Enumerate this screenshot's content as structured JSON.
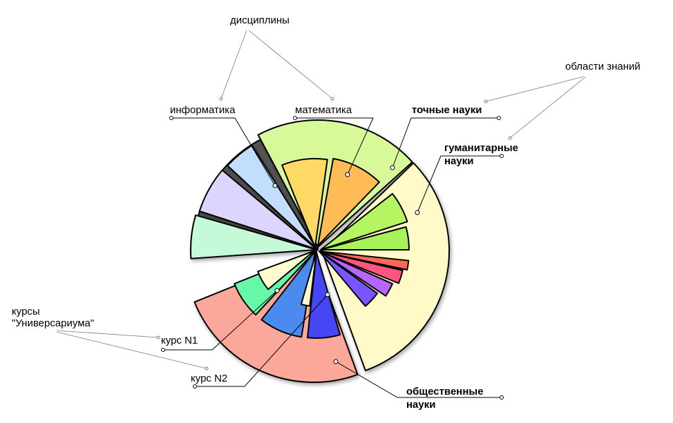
{
  "labels": {
    "disciplines": "дисциплины",
    "informatics": "информатика",
    "mathematics": "математика",
    "knowledge_areas": "области знаний",
    "exact_sciences": "точные науки",
    "humanities_line1": "гуманитарные",
    "humanities_line2": "науки",
    "courses_line1": "курсы",
    "courses_line2": "\"Универсариума\"",
    "course_n1": "курс N1",
    "course_n2": "курс N2",
    "social_line1": "общественные",
    "social_line2": "науки"
  },
  "colors": {
    "exact_sciences": "#d8f99a",
    "humanities": "#fffac8",
    "social_sciences": "#fba79a",
    "informatics": "#ffd966",
    "mathematics": "#ffbb55",
    "light_blue": "#c2defc",
    "lavender": "#ddd5fb",
    "mint": "#c5fad9",
    "course": "#fffad0",
    "grey_gap": "#555555"
  }
}
